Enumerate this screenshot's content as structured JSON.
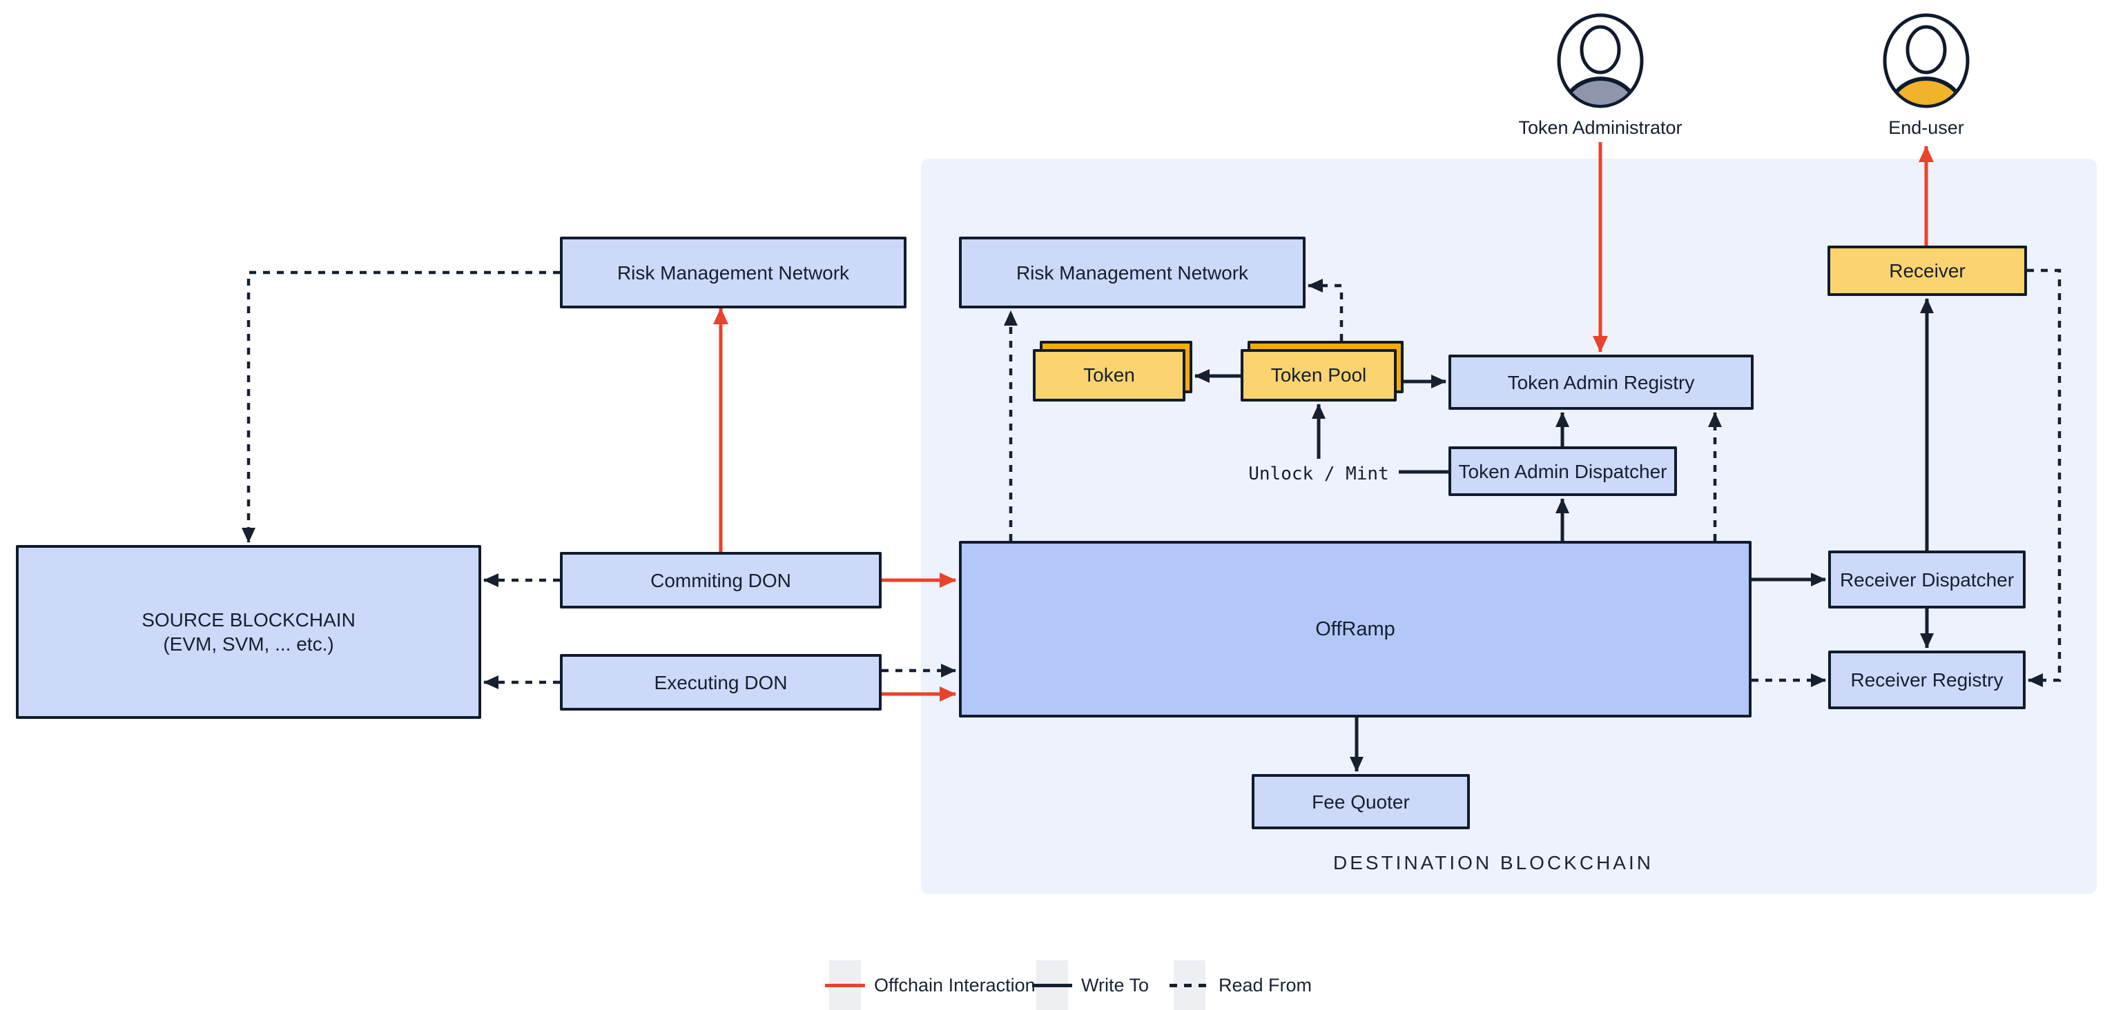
{
  "actors": {
    "token_admin": "Token Administrator",
    "end_user": "End-user"
  },
  "nodes": {
    "rmn_left": "Risk Management Network",
    "rmn_dest": "Risk Management Network",
    "commiting_don": "Commiting DON",
    "executing_don": "Executing DON",
    "offramp": "OffRamp",
    "token": "Token",
    "token_pool": "Token Pool",
    "token_admin_registry": "Token Admin Registry",
    "token_admin_dispatcher": "Token Admin Dispatcher",
    "unlock_mint": "Unlock / Mint",
    "fee_quoter": "Fee Quoter",
    "receiver": "Receiver",
    "receiver_dispatcher": "Receiver Dispatcher",
    "receiver_registry": "Receiver Registry"
  },
  "source_chain": {
    "line1": "SOURCE BLOCKCHAIN",
    "line2": "(EVM, SVM, ... etc.)"
  },
  "destination_label": "DESTINATION BLOCKCHAIN",
  "legend": {
    "offchain": "Offchain Interaction",
    "write_to": "Write To",
    "read_from": "Read From"
  },
  "colors": {
    "panel_bg": "#eef2fd",
    "box_blue": "#cdd9f8",
    "offramp_blue": "#b3c8f8",
    "token_yellow": "#fbd36f",
    "token_yellow_back": "#f3ac05",
    "outline_navy": "#101b2d",
    "line_navy": "#16202f",
    "offchain_red": "#e8432c",
    "avatar_gray": "#8d96ac",
    "avatar_amber": "#f0b32a",
    "legend_swatch": "#edeff3"
  }
}
